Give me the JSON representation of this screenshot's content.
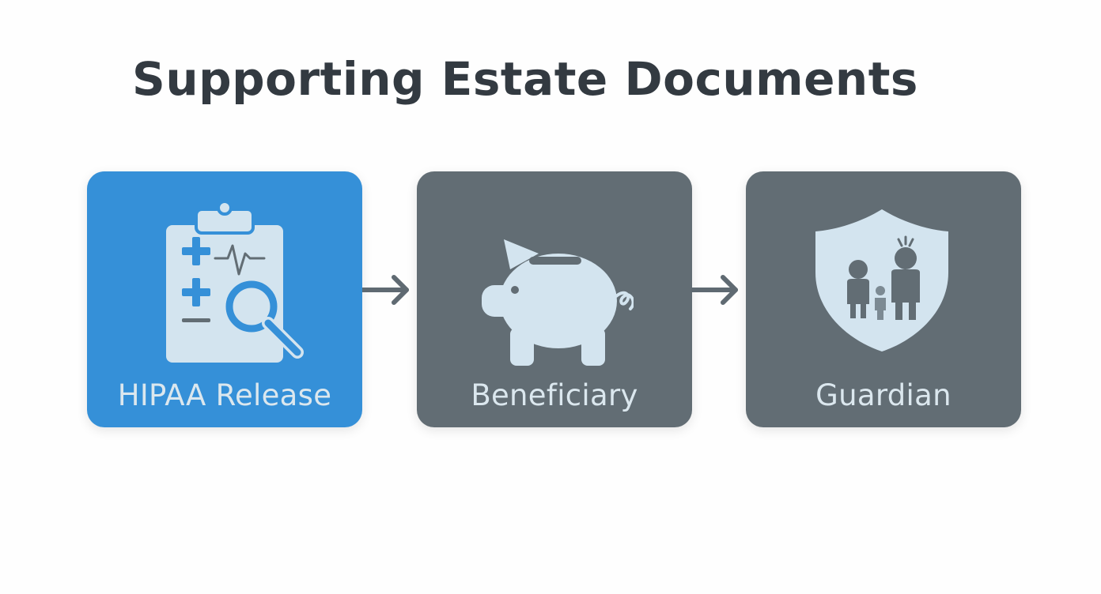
{
  "title": "Supporting Estate Documents",
  "colors": {
    "primary_card": "#3590d8",
    "secondary_card": "#626d74",
    "icon_fill": "#d3e4ef",
    "icon_accent": "#3590d8",
    "label": "#dbe7ee",
    "arrow": "#5f6a72",
    "title": "#333a41"
  },
  "cards": [
    {
      "label": "HIPAA Release",
      "icon": "clipboard-magnifier-icon",
      "highlighted": true
    },
    {
      "label": "Beneficiary",
      "icon": "piggy-bank-icon",
      "highlighted": false
    },
    {
      "label": "Guardian",
      "icon": "shield-family-icon",
      "highlighted": false
    }
  ],
  "connectors": [
    {
      "from": "HIPAA Release",
      "to": "Beneficiary",
      "icon": "arrow-right-icon"
    },
    {
      "from": "Beneficiary",
      "to": "Guardian",
      "icon": "arrow-right-icon"
    }
  ]
}
